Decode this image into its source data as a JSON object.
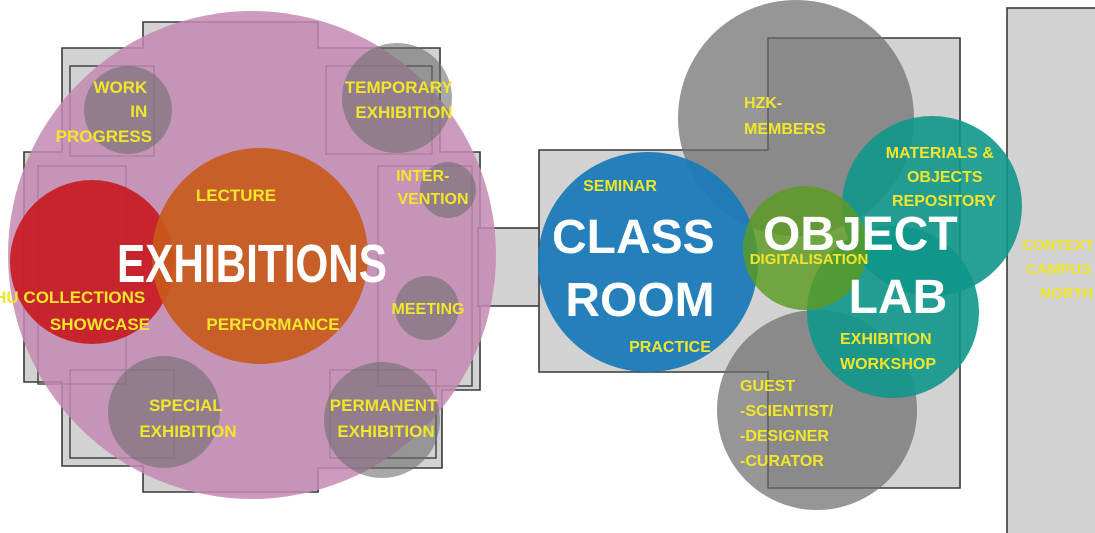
{
  "colors": {
    "floor": "#d2d2d2",
    "outline": "#3a3a3a",
    "gray_zone": "#6e6e6e",
    "exhibitions_zone": "#c48ab2",
    "red_zone": "#c8141a",
    "orange_zone": "#c95a1c",
    "blue_zone": "#1a7ab8",
    "green_zone": "#5a9b22",
    "teal_zone": "#10968a",
    "yellow_text": "#f2e62a",
    "white_text": "#ffffff"
  },
  "exhibitions": {
    "title": "EXHIBITIONS",
    "lecture": "LECTURE",
    "performance": "PERFORMANCE",
    "collections": [
      "HU COLLECTIONS",
      "SHOWCASE"
    ],
    "work_in_progress": [
      "WORK",
      "IN",
      "PROGRESS"
    ],
    "temporary_exhibition": [
      "TEMPORARY",
      "EXHIBITION"
    ],
    "intervention": [
      "INTER-",
      "VENTION"
    ],
    "meeting": "MEETING",
    "special_exhibition": [
      "SPECIAL",
      "EXHIBITION"
    ],
    "permanent_exhibition": [
      "PERMANENT",
      "EXHIBITION"
    ]
  },
  "classroom": {
    "title": [
      "CLASS",
      "ROOM"
    ],
    "seminar": "SEMINAR",
    "practice": "PRACTICE"
  },
  "object_lab": {
    "title": [
      "OBJECT",
      "LAB"
    ],
    "hzk_members": [
      "HZK-",
      "MEMBERS"
    ],
    "materials_repository": [
      "MATERIALS &",
      "OBJECTS",
      "REPOSITORY"
    ],
    "digitalisation": "DIGITALISATION",
    "exhibition_workshop": [
      "EXHIBITION",
      "WORKSHOP"
    ],
    "guest_roles": [
      "GUEST",
      "-SCIENTIST/",
      "-DESIGNER",
      "-CURATOR"
    ]
  },
  "context": [
    "CONTEXT",
    "CAMPUS",
    "NORTH"
  ]
}
